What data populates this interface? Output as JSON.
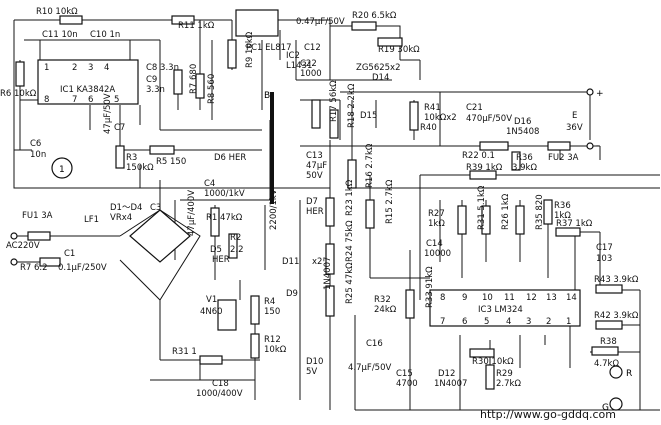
{
  "labels": {
    "r10": "R10 10kΩ",
    "r11": "R11 1kΩ",
    "c11": "C11 10n",
    "c10": "C10 1n",
    "r6": "R6 10kΩ",
    "ic1": "IC1 KA3842A",
    "c6": "C6",
    "c6v": "10n",
    "circle_one": "1",
    "c8": "C8 3.3n",
    "c9": "C9",
    "c9v": "3.3n",
    "r7b": "R7 680",
    "r8": "R8 560",
    "r9": "R9 10kΩ",
    "c7": "C7",
    "c7v": "47μF/50V",
    "r3": "R3",
    "r3v": "150kΩ",
    "r5": "R5 150",
    "d6": "D6 HER",
    "pc1": "PC1 EL817",
    "ic2": "IC2",
    "ic2v": "L1431",
    "c12top": "0.47μF/50V",
    "c12": "C12",
    "c22": "C22",
    "c22v": "1000",
    "r20": "R20 6.5kΩ",
    "r19": "R19 30kΩ",
    "zd": "ZG5625x2",
    "d14": "D14",
    "d15": "D15",
    "r41": "R41",
    "r41v": "10kΩx2",
    "r40": "R40",
    "c21": "C21",
    "c21v": "470μF/50V",
    "d16": "D16",
    "d16v": "1N5408",
    "out_plus": "+",
    "e": "E",
    "e_v": "36V",
    "out_minus": "-",
    "r22": "R22 0.1",
    "r36": "R36",
    "r36v": "3.9kΩ",
    "fu2": "FU2 3A",
    "b": "B",
    "r17": "R17 56kΩ",
    "r18": "R18 2.2kΩ",
    "c13": "C13",
    "c13v": "47μF",
    "c13v2": "50V",
    "r16": "R16 2.7kΩ",
    "d7": "D7",
    "d7v": "HER",
    "r39": "R39 1kΩ",
    "r27": "R27",
    "r27v": "1kΩ",
    "r31b": "R31 5.1kΩ",
    "r26": "R26 1kΩ",
    "r35": "R35 820",
    "r36b": "R36",
    "r36bv": "1kΩ",
    "r37": "R37 1kΩ",
    "c17": "C17",
    "c17v": "103",
    "c14": "C14",
    "c14v": "10000",
    "r15": "R15 2.7kΩ",
    "r23": "R23 1kΩ",
    "fu1": "FU1 3A",
    "d1d4": "D1～D4",
    "vr": "VRx4",
    "lf1": "LF1",
    "ac": "AC220V",
    "c1": "C1",
    "c1v": "0.1μF/250V",
    "r7": "R7 6.2",
    "c3": "C3",
    "c3v": "47μF/400V",
    "c4": "C4",
    "c4v": "1000/1kV",
    "r1": "R1 47kΩ",
    "c2v": "2200/1kV",
    "r2": "R2",
    "r2v": "2.2",
    "d5": "D5",
    "d5v": "HER",
    "v1": "V1",
    "v1v": "4N60",
    "r4": "R4",
    "r4v": "150",
    "r12": "R12",
    "r12v": "10kΩ",
    "r31": "R31 1",
    "c18": "C18",
    "c18v": "1000/400V",
    "d11": "D11",
    "d9": "D9",
    "dx2": "x2",
    "d9v": "1N4007",
    "r24": "R24 75kΩ",
    "r25": "R25 47kΩ",
    "r32": "R32",
    "r32v": "24kΩ",
    "r33": "R33 91kΩ",
    "d10": "D10",
    "d10v": "5V",
    "c16": "C16",
    "c16v": "4.7μF/50V",
    "c15": "C15",
    "c15v": "4700",
    "d12": "D12",
    "d12v": "1N4007",
    "r30": "R30 10kΩ",
    "r29": "R29",
    "r29v": "2.7kΩ",
    "ic3": "IC3  LM324",
    "p8": "8",
    "p9": "9",
    "p10": "10",
    "p11": "11",
    "p12": "12",
    "p13": "13",
    "p14": "14",
    "p7": "7",
    "p6": "6",
    "p5": "5",
    "p4": "4",
    "p3": "3",
    "p2": "2",
    "p1": "1",
    "ic1p1": "1",
    "ic1p2": "2",
    "ic1p3": "3",
    "ic1p4": "4",
    "ic1p8": "8",
    "ic1p7": "7",
    "ic1p6": "6",
    "ic1p5": "5",
    "r43": "R43 3.9kΩ",
    "r42": "R42 3.9kΩ",
    "r38": "R38",
    "r38v": "4.7kΩ",
    "led_r": "R",
    "led_g": "G",
    "url": "http://www.go-gddq.com"
  }
}
